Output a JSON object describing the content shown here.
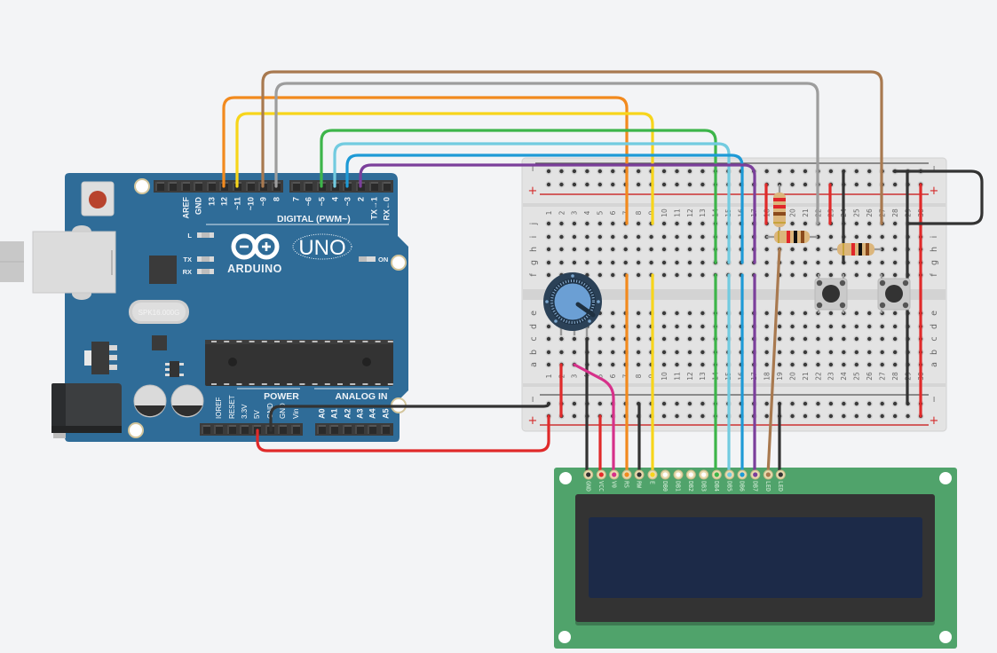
{
  "canvas": {
    "background": "#f3f4f6"
  },
  "arduino": {
    "board_color": "#2f6c98",
    "logo_text": "ARDUINO",
    "model_text": "UNO",
    "digital_header_label": "DIGITAL (PWM~)",
    "power_header_label": "POWER",
    "analog_header_label": "ANALOG IN",
    "crystal_text": "SPK16.000G",
    "led_labels": {
      "l": "L",
      "tx": "TX",
      "rx": "RX",
      "on": "ON"
    },
    "digital_pin_labels": [
      "AREF",
      "GND",
      "13",
      "12",
      "~11",
      "~10",
      "~9",
      "8",
      "7",
      "~6",
      "~5",
      "4",
      "~3",
      "2",
      "TX→1",
      "RX←0"
    ],
    "power_pin_labels": [
      "IOREF",
      "RESET",
      "3.3V",
      "5V",
      "GND",
      "GND",
      "Vin"
    ],
    "analog_pin_labels": [
      "A0",
      "A1",
      "A2",
      "A3",
      "A4",
      "A5"
    ],
    "reset_button_color": "#b8432d"
  },
  "breadboard": {
    "column_labels": [
      "1",
      "2",
      "3",
      "4",
      "5",
      "6",
      "7",
      "8",
      "9",
      "10",
      "11",
      "12",
      "13",
      "14",
      "15",
      "16",
      "17",
      "18",
      "19",
      "20",
      "21",
      "22",
      "23",
      "24",
      "25",
      "26",
      "27",
      "28",
      "29",
      "30"
    ],
    "row_labels_top": [
      "j",
      "i",
      "h",
      "g",
      "f"
    ],
    "row_labels_bottom": [
      "e",
      "d",
      "c",
      "b",
      "a"
    ],
    "rail_minus": "−",
    "rail_plus": "+",
    "rail_plus_color": "#d42a2a"
  },
  "lcd": {
    "board_color": "#50a36b",
    "bezel_color": "#333333",
    "screen_color": "#1c2a48",
    "pins": [
      {
        "label": "GND",
        "color": "#333333"
      },
      {
        "label": "VCC",
        "color": "#e52b2b"
      },
      {
        "label": "V0",
        "color": "#d6318a"
      },
      {
        "label": "RS",
        "color": "#f28a1e"
      },
      {
        "label": "RW",
        "color": "#333333"
      },
      {
        "label": "E",
        "color": "#f7d51b"
      },
      {
        "label": "DB0",
        "color": "#ffffff"
      },
      {
        "label": "DB1",
        "color": "#ffffff"
      },
      {
        "label": "DB2",
        "color": "#ffffff"
      },
      {
        "label": "DB3",
        "color": "#ffffff"
      },
      {
        "label": "DB4",
        "color": "#3db54a"
      },
      {
        "label": "DB5",
        "color": "#72cbe0"
      },
      {
        "label": "DB6",
        "color": "#1e9ad6"
      },
      {
        "label": "DB7",
        "color": "#7b3f9b"
      },
      {
        "label": "LED",
        "color": "#a8794f"
      },
      {
        "label": "LED",
        "color": "#333333"
      }
    ]
  },
  "potentiometer": {
    "body_color": "#2b4157",
    "knob_color": "#6b9fd4"
  },
  "pushbuttons": [
    {
      "name": "pushbutton-1",
      "cap_color": "#333333"
    },
    {
      "name": "pushbutton-2",
      "cap_color": "#333333"
    }
  ],
  "resistors": [
    {
      "name": "resistor-1",
      "bands": [
        "#e0262a",
        "#e0262a",
        "#8b4a1c",
        "#c7a43b"
      ]
    },
    {
      "name": "resistor-2",
      "bands": [
        "#c7a43b",
        "#e0262a",
        "#111111",
        "#8b4a1c"
      ]
    },
    {
      "name": "resistor-3",
      "bands": [
        "#c7a43b",
        "#e0262a",
        "#111111",
        "#8b4a1c"
      ]
    }
  ],
  "wires": [
    {
      "name": "wire-d12-to-j7",
      "color": "#f28a1e"
    },
    {
      "name": "wire-d11-to-j9",
      "color": "#f7d51b"
    },
    {
      "name": "wire-d9-to-j27",
      "color": "#a8794f"
    },
    {
      "name": "wire-d8-to-j22",
      "color": "#9d9d9d"
    },
    {
      "name": "wire-d5-to-g14",
      "color": "#3db54a"
    },
    {
      "name": "wire-d4-to-g15",
      "color": "#72cbe0"
    },
    {
      "name": "wire-d3-to-g16",
      "color": "#1e9ad6"
    },
    {
      "name": "wire-d2-to-g17",
      "color": "#7b3f9b"
    },
    {
      "name": "wire-f7-to-lcd-rs",
      "color": "#f28a1e"
    },
    {
      "name": "wire-f9-to-lcd-e",
      "color": "#f7d51b"
    },
    {
      "name": "wire-f14-to-lcd-db4",
      "color": "#3db54a"
    },
    {
      "name": "wire-f15-to-lcd-db5",
      "color": "#72cbe0"
    },
    {
      "name": "wire-f16-to-lcd-db6",
      "color": "#1e9ad6"
    },
    {
      "name": "wire-f17-to-lcd-db7",
      "color": "#7b3f9b"
    },
    {
      "name": "wire-5v-to-plus-rail",
      "color": "#e02a2a"
    },
    {
      "name": "wire-gnd-to-minus-rail",
      "color": "#333333"
    },
    {
      "name": "wire-a2-to-plus-rail",
      "color": "#e02a2a"
    },
    {
      "name": "wire-pot-to-lcd-gnd",
      "color": "#333333"
    },
    {
      "name": "wire-pot-to-lcd-v0",
      "color": "#d6318a"
    },
    {
      "name": "wire-rail-to-lcd-vcc",
      "color": "#e02a2a"
    },
    {
      "name": "wire-rail-to-lcd-rw",
      "color": "#333333"
    },
    {
      "name": "wire-rail-to-lcd-led-k",
      "color": "#333333"
    },
    {
      "name": "wire-resistor-to-lcd-led-a",
      "color": "#a8794f"
    },
    {
      "name": "wire-plus-rail-bridge",
      "color": "#e02a2a"
    },
    {
      "name": "wire-minus-rail-bridge",
      "color": "#333333"
    },
    {
      "name": "wire-minus-loop",
      "color": "#333333"
    },
    {
      "name": "wire-rail-to-g24",
      "color": "#333333"
    },
    {
      "name": "wire-rail-to-j18",
      "color": "#e02a2a"
    },
    {
      "name": "wire-rail-to-j23",
      "color": "#e02a2a"
    }
  ]
}
